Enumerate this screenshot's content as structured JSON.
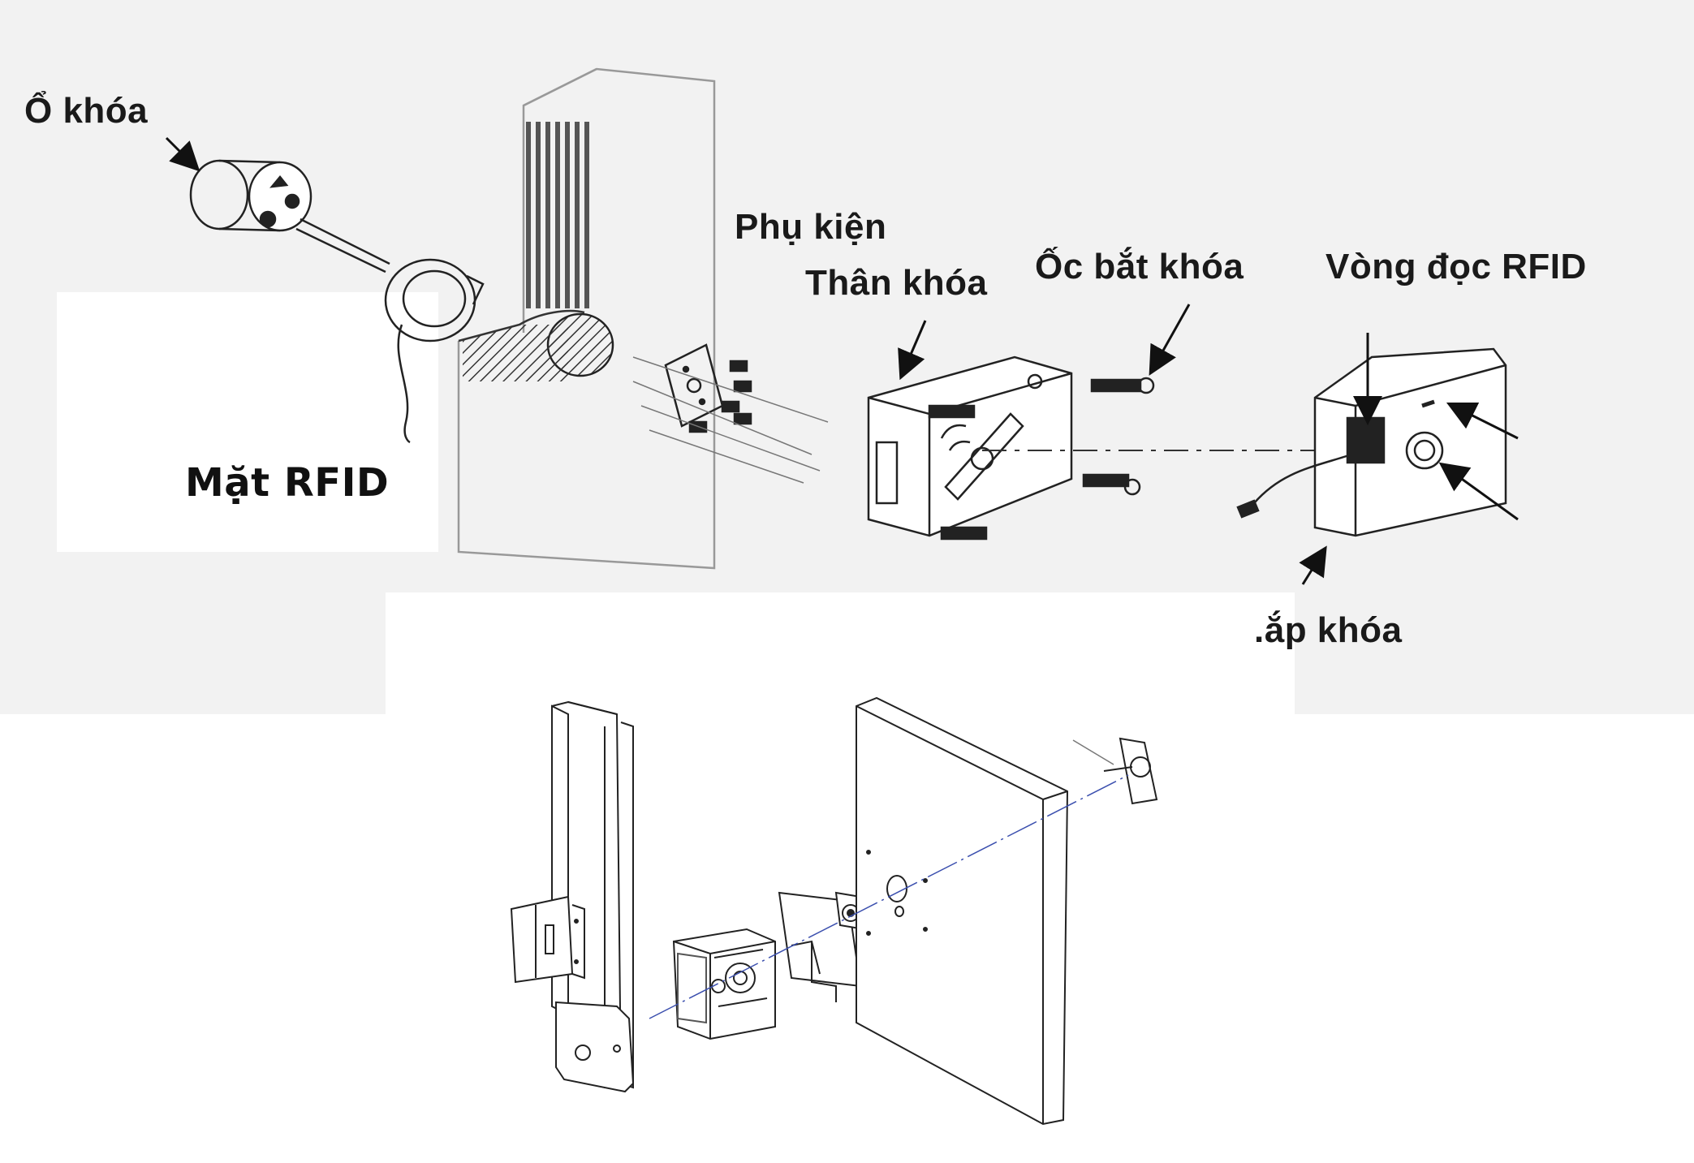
{
  "labels": {
    "o_khoa": "Ổ khóa",
    "phu_kien": "Phụ kiện",
    "than_khoa": "Thân khóa",
    "oc_bat_khoa": "Ốc bắt khóa",
    "vong_doc_rfid": "Vòng đọc RFID",
    "mat_rfid": "Mặt RFID",
    "lap_khoa": ".ắp khóa"
  }
}
